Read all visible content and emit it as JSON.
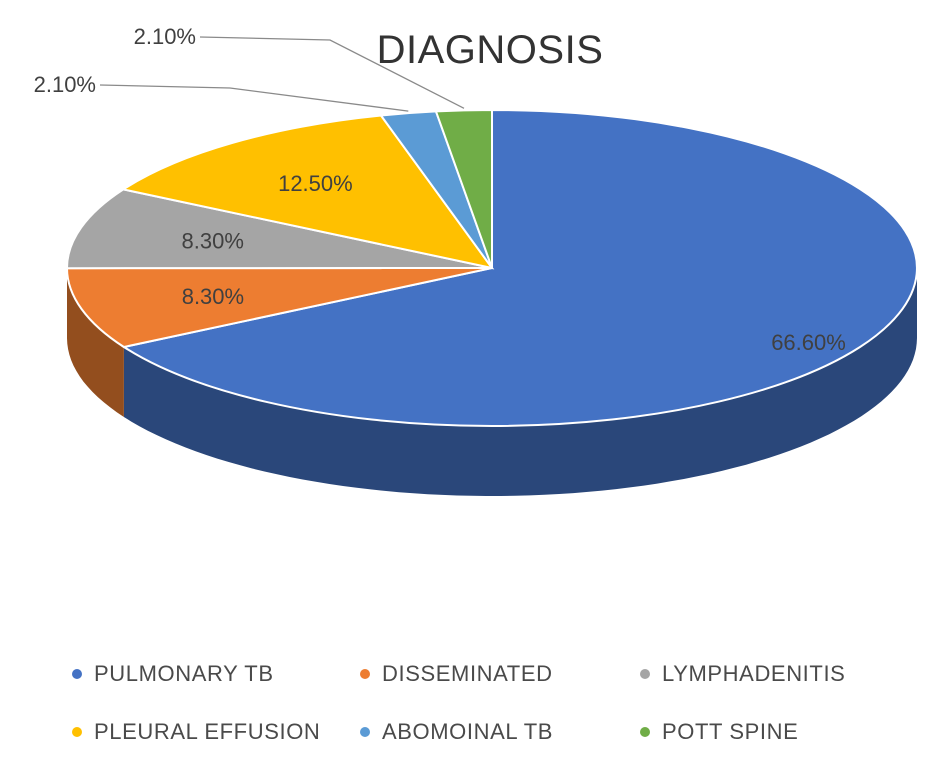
{
  "chart_data": {
    "type": "pie",
    "title": "DIAGNOSIS",
    "slices": [
      {
        "label": "PULMONARY TB",
        "value": 66.6,
        "display": "66.60%",
        "color": "#4472C4"
      },
      {
        "label": "DISSEMINATED",
        "value": 8.3,
        "display": "8.30%",
        "color": "#ED7D31"
      },
      {
        "label": "LYMPHADENITIS",
        "value": 8.3,
        "display": "8.30%",
        "color": "#A5A5A5"
      },
      {
        "label": "PLEURAL EFFUSION",
        "value": 12.5,
        "display": "12.50%",
        "color": "#FFC000"
      },
      {
        "label": "ABOMOINAL TB",
        "value": 2.1,
        "display": "2.10%",
        "color": "#5B9BD5"
      },
      {
        "label": "POTT SPINE",
        "value": 2.1,
        "display": "2.10%",
        "color": "#70AD47"
      }
    ],
    "legend_position": "bottom"
  }
}
